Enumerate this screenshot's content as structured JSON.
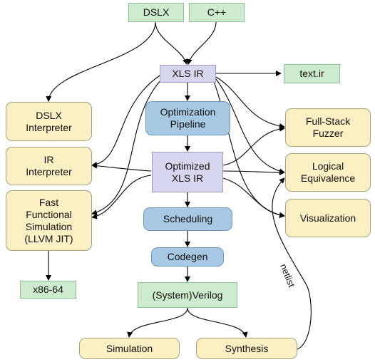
{
  "nodes": {
    "dslx": "DSLX",
    "cpp": "C++",
    "xls_ir": "XLS IR",
    "text_ir": "text.ir",
    "dslx_interpreter": "DSLX\nInterpreter",
    "optimization_pipeline": "Optimization\nPipeline",
    "full_stack_fuzzer": "Full-Stack\nFuzzer",
    "ir_interpreter": "IR\nInterpreter",
    "optimized_xls_ir": "Optimized\nXLS IR",
    "logical_equivalence": "Logical\nEquivalence",
    "fast_functional_simulation": "Fast\nFunctional\nSimulation\n(LLVM JIT)",
    "visualization": "Visualization",
    "scheduling": "Scheduling",
    "codegen": "Codegen",
    "x86_64": "x86-64",
    "system_verilog": "(System)Verilog",
    "simulation": "Simulation",
    "synthesis": "Synthesis"
  },
  "edge_labels": {
    "netlist": "netlist"
  },
  "colors": {
    "green": "#cdeccf",
    "purple": "#d6d6ef",
    "blue": "#a7c8e3",
    "yellow": "#fbf0c3",
    "line": "#000000"
  }
}
